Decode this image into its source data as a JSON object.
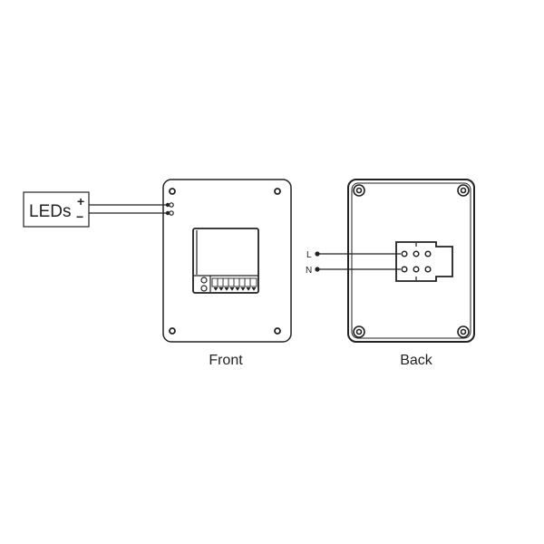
{
  "diagram": {
    "leds_label": "LEDs",
    "plus_label": "+",
    "minus_label": "−",
    "front_label": "Front",
    "back_label": "Back",
    "live_label": "L",
    "neutral_label": "N",
    "stroke_color": "#222222"
  }
}
